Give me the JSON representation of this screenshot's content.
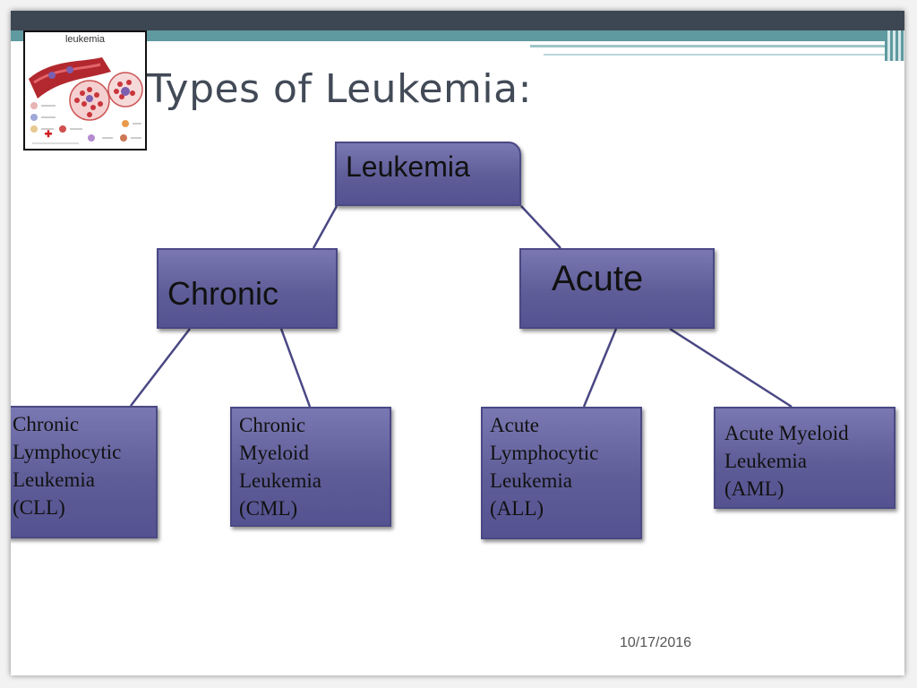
{
  "thumbnail": {
    "title": "leukemia"
  },
  "title": "Types of Leukemia:",
  "tree": {
    "root": "Leukemia",
    "branches": [
      {
        "label": "Chronic",
        "leaves": [
          "Chronic\nLymphocytic\nLeukemia\n(CLL)",
          "Chronic\nMyeloid\nLeukemia\n(CML)"
        ]
      },
      {
        "label": "Acute",
        "leaves": [
          "Acute\nLymphocytic\nLeukemia\n(ALL)",
          "Acute Myeloid\nLeukemia\n(AML)"
        ]
      }
    ]
  },
  "date": "10/17/2016",
  "colors": {
    "node_fill": "#5f5d98",
    "node_border": "#4a4884",
    "header_band": "#3d4753",
    "accent_teal": "#5f9aa0",
    "connector": "#4a4884",
    "title_text": "#424a57"
  }
}
